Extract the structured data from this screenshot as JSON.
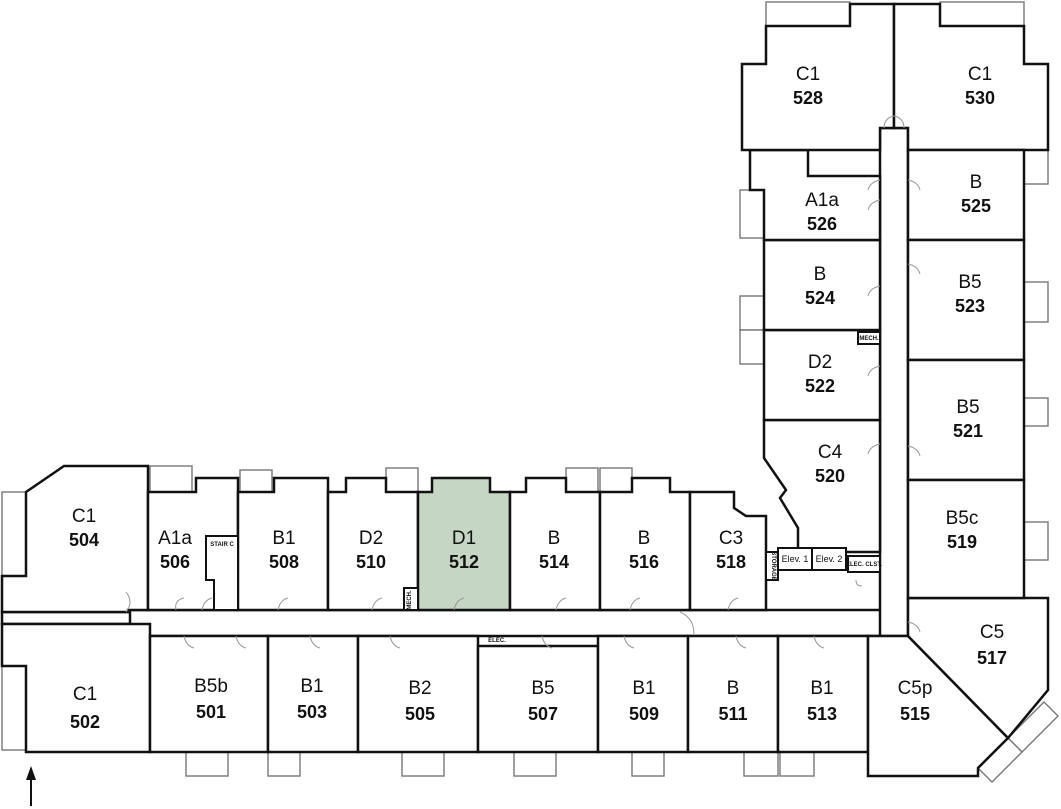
{
  "units": [
    {
      "id": "502",
      "type": "C1",
      "number": "502",
      "highlighted": false
    },
    {
      "id": "501",
      "type": "B5b",
      "number": "501",
      "highlighted": false
    },
    {
      "id": "503",
      "type": "B1",
      "number": "503",
      "highlighted": false
    },
    {
      "id": "505",
      "type": "B2",
      "number": "505",
      "highlighted": false
    },
    {
      "id": "507",
      "type": "B5",
      "number": "507",
      "highlighted": false
    },
    {
      "id": "509",
      "type": "B1",
      "number": "509",
      "highlighted": false
    },
    {
      "id": "511",
      "type": "B",
      "number": "511",
      "highlighted": false
    },
    {
      "id": "513",
      "type": "B1",
      "number": "513",
      "highlighted": false
    },
    {
      "id": "515",
      "type": "C5p",
      "number": "515",
      "highlighted": false
    },
    {
      "id": "517",
      "type": "C5",
      "number": "517",
      "highlighted": false
    },
    {
      "id": "504",
      "type": "C1",
      "number": "504",
      "highlighted": false
    },
    {
      "id": "506",
      "type": "A1a",
      "number": "506",
      "highlighted": false
    },
    {
      "id": "508",
      "type": "B1",
      "number": "508",
      "highlighted": false
    },
    {
      "id": "510",
      "type": "D2",
      "number": "510",
      "highlighted": false
    },
    {
      "id": "512",
      "type": "D1",
      "number": "512",
      "highlighted": true
    },
    {
      "id": "514",
      "type": "B",
      "number": "514",
      "highlighted": false
    },
    {
      "id": "516",
      "type": "B",
      "number": "516",
      "highlighted": false
    },
    {
      "id": "518",
      "type": "C3",
      "number": "518",
      "highlighted": false
    },
    {
      "id": "519",
      "type": "B5c",
      "number": "519",
      "highlighted": false
    },
    {
      "id": "520",
      "type": "C4",
      "number": "520",
      "highlighted": false
    },
    {
      "id": "521",
      "type": "B5",
      "number": "521",
      "highlighted": false
    },
    {
      "id": "522",
      "type": "D2",
      "number": "522",
      "highlighted": false
    },
    {
      "id": "523",
      "type": "B5",
      "number": "523",
      "highlighted": false
    },
    {
      "id": "524",
      "type": "B",
      "number": "524",
      "highlighted": false
    },
    {
      "id": "525",
      "type": "B",
      "number": "525",
      "highlighted": false
    },
    {
      "id": "526",
      "type": "A1a",
      "number": "526",
      "highlighted": false
    },
    {
      "id": "528",
      "type": "C1",
      "number": "528",
      "highlighted": false
    },
    {
      "id": "530",
      "type": "C1",
      "number": "530",
      "highlighted": false
    }
  ],
  "labels": {
    "stair_c": "STAIR C",
    "mech_lower": "MECH.",
    "mech_upper": "MECH.",
    "elec": "ELEC.",
    "storage": "STORAGE",
    "elev1": "Elev. 1",
    "elev2": "Elev. 2",
    "elec_clst": "ELEC. CLST."
  },
  "colors": {
    "highlight": "#c5d6c4",
    "wall": "#111111"
  },
  "icons": {
    "north": "north-arrow-icon"
  }
}
